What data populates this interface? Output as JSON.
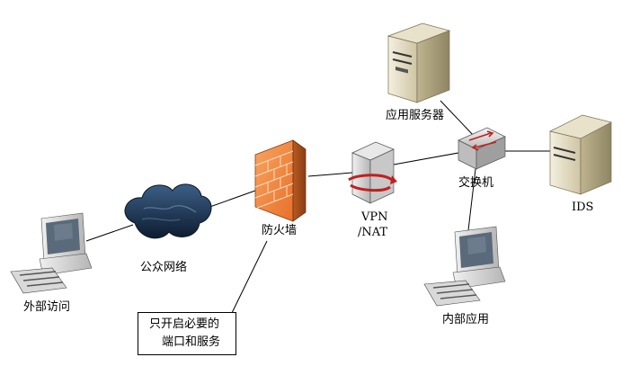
{
  "nodes": {
    "external_access": "外部访问",
    "public_network": "公众网络",
    "firewall": "防火墙",
    "vpn": "VPN",
    "nat": "/NAT",
    "switch": "交换机",
    "app_server": "应用服务器",
    "ids": "IDS",
    "internal_app": "内部应用"
  },
  "note": {
    "line1": "只开启必要的",
    "line2": "端口和服务"
  }
}
